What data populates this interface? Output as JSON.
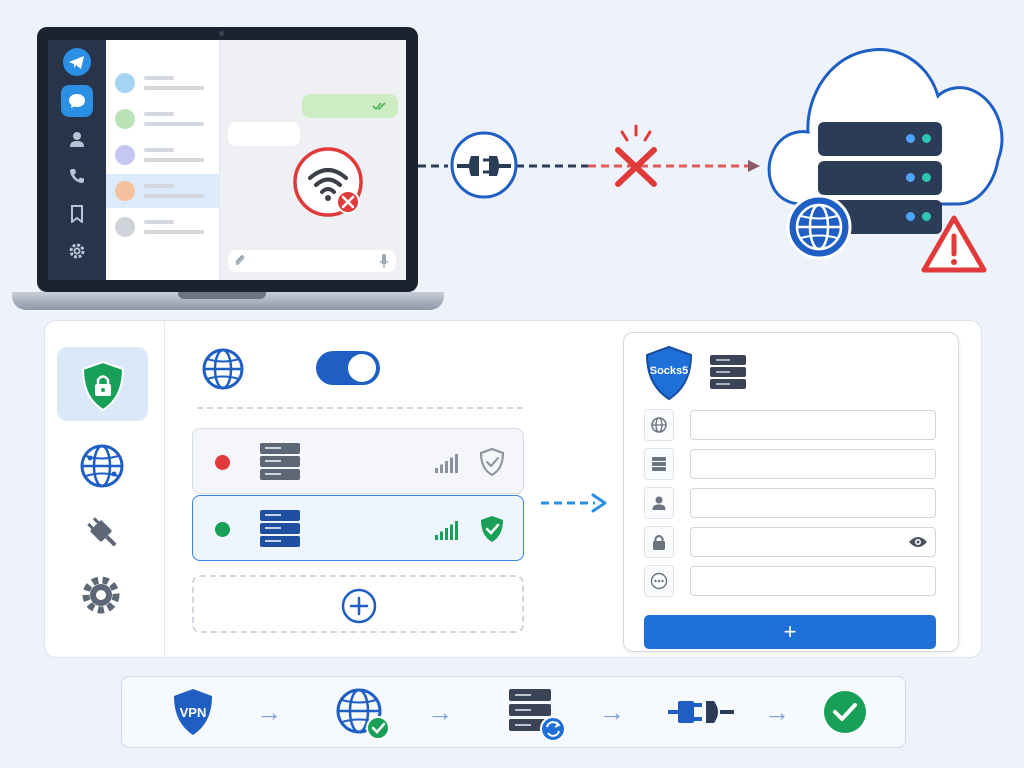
{
  "colors": {
    "telegram_blue": "#2b8fe3",
    "error_red": "#e03a3a",
    "success_green": "#18a058",
    "accent_blue": "#1f6fd8",
    "server_dark": "#2b3c56"
  },
  "laptop": {
    "app": "telegram",
    "sidebar_icons": [
      "telegram-logo-icon",
      "chat-icon",
      "contacts-icon",
      "phone-icon",
      "bookmark-icon",
      "gear-icon"
    ],
    "chat_avatar_colors": [
      "#a7d3f3",
      "#b9e2b6",
      "#c6c7f0",
      "#f4c19c",
      "#cfd3d9"
    ],
    "connection_status": "no-wifi"
  },
  "connection": {
    "plug_icon": "plug-icon",
    "blocked_icon": "x-icon",
    "cloud_server_status": "warning"
  },
  "proxy_panel": {
    "nav_items": [
      "shield-lock-icon",
      "globe-icon",
      "plug-icon",
      "gear-icon"
    ],
    "proxy_enabled": true,
    "servers": [
      {
        "status_color": "#e03a3a",
        "signal": "weak",
        "shield": "unverified",
        "selected": false
      },
      {
        "status_color": "#18a058",
        "signal": "strong",
        "shield": "verified",
        "selected": true
      }
    ],
    "add_server_icon": "plus-circle-icon"
  },
  "socks_form": {
    "badge_label": "Socks5",
    "fields": [
      {
        "icon": "globe-icon",
        "value": "",
        "placeholder": ""
      },
      {
        "icon": "server-icon",
        "value": "",
        "placeholder": ""
      },
      {
        "icon": "user-icon",
        "value": "",
        "placeholder": ""
      },
      {
        "icon": "lock-icon",
        "value": "",
        "placeholder": ""
      },
      {
        "icon": "more-icon",
        "value": "",
        "placeholder": ""
      }
    ],
    "add_button_label": "+"
  },
  "flow": {
    "vpn_label": "VPN",
    "arrow": "→",
    "steps": [
      "vpn-shield-icon",
      "globe-check-icon",
      "server-refresh-icon",
      "plug-icon",
      "check-circle-icon"
    ]
  }
}
